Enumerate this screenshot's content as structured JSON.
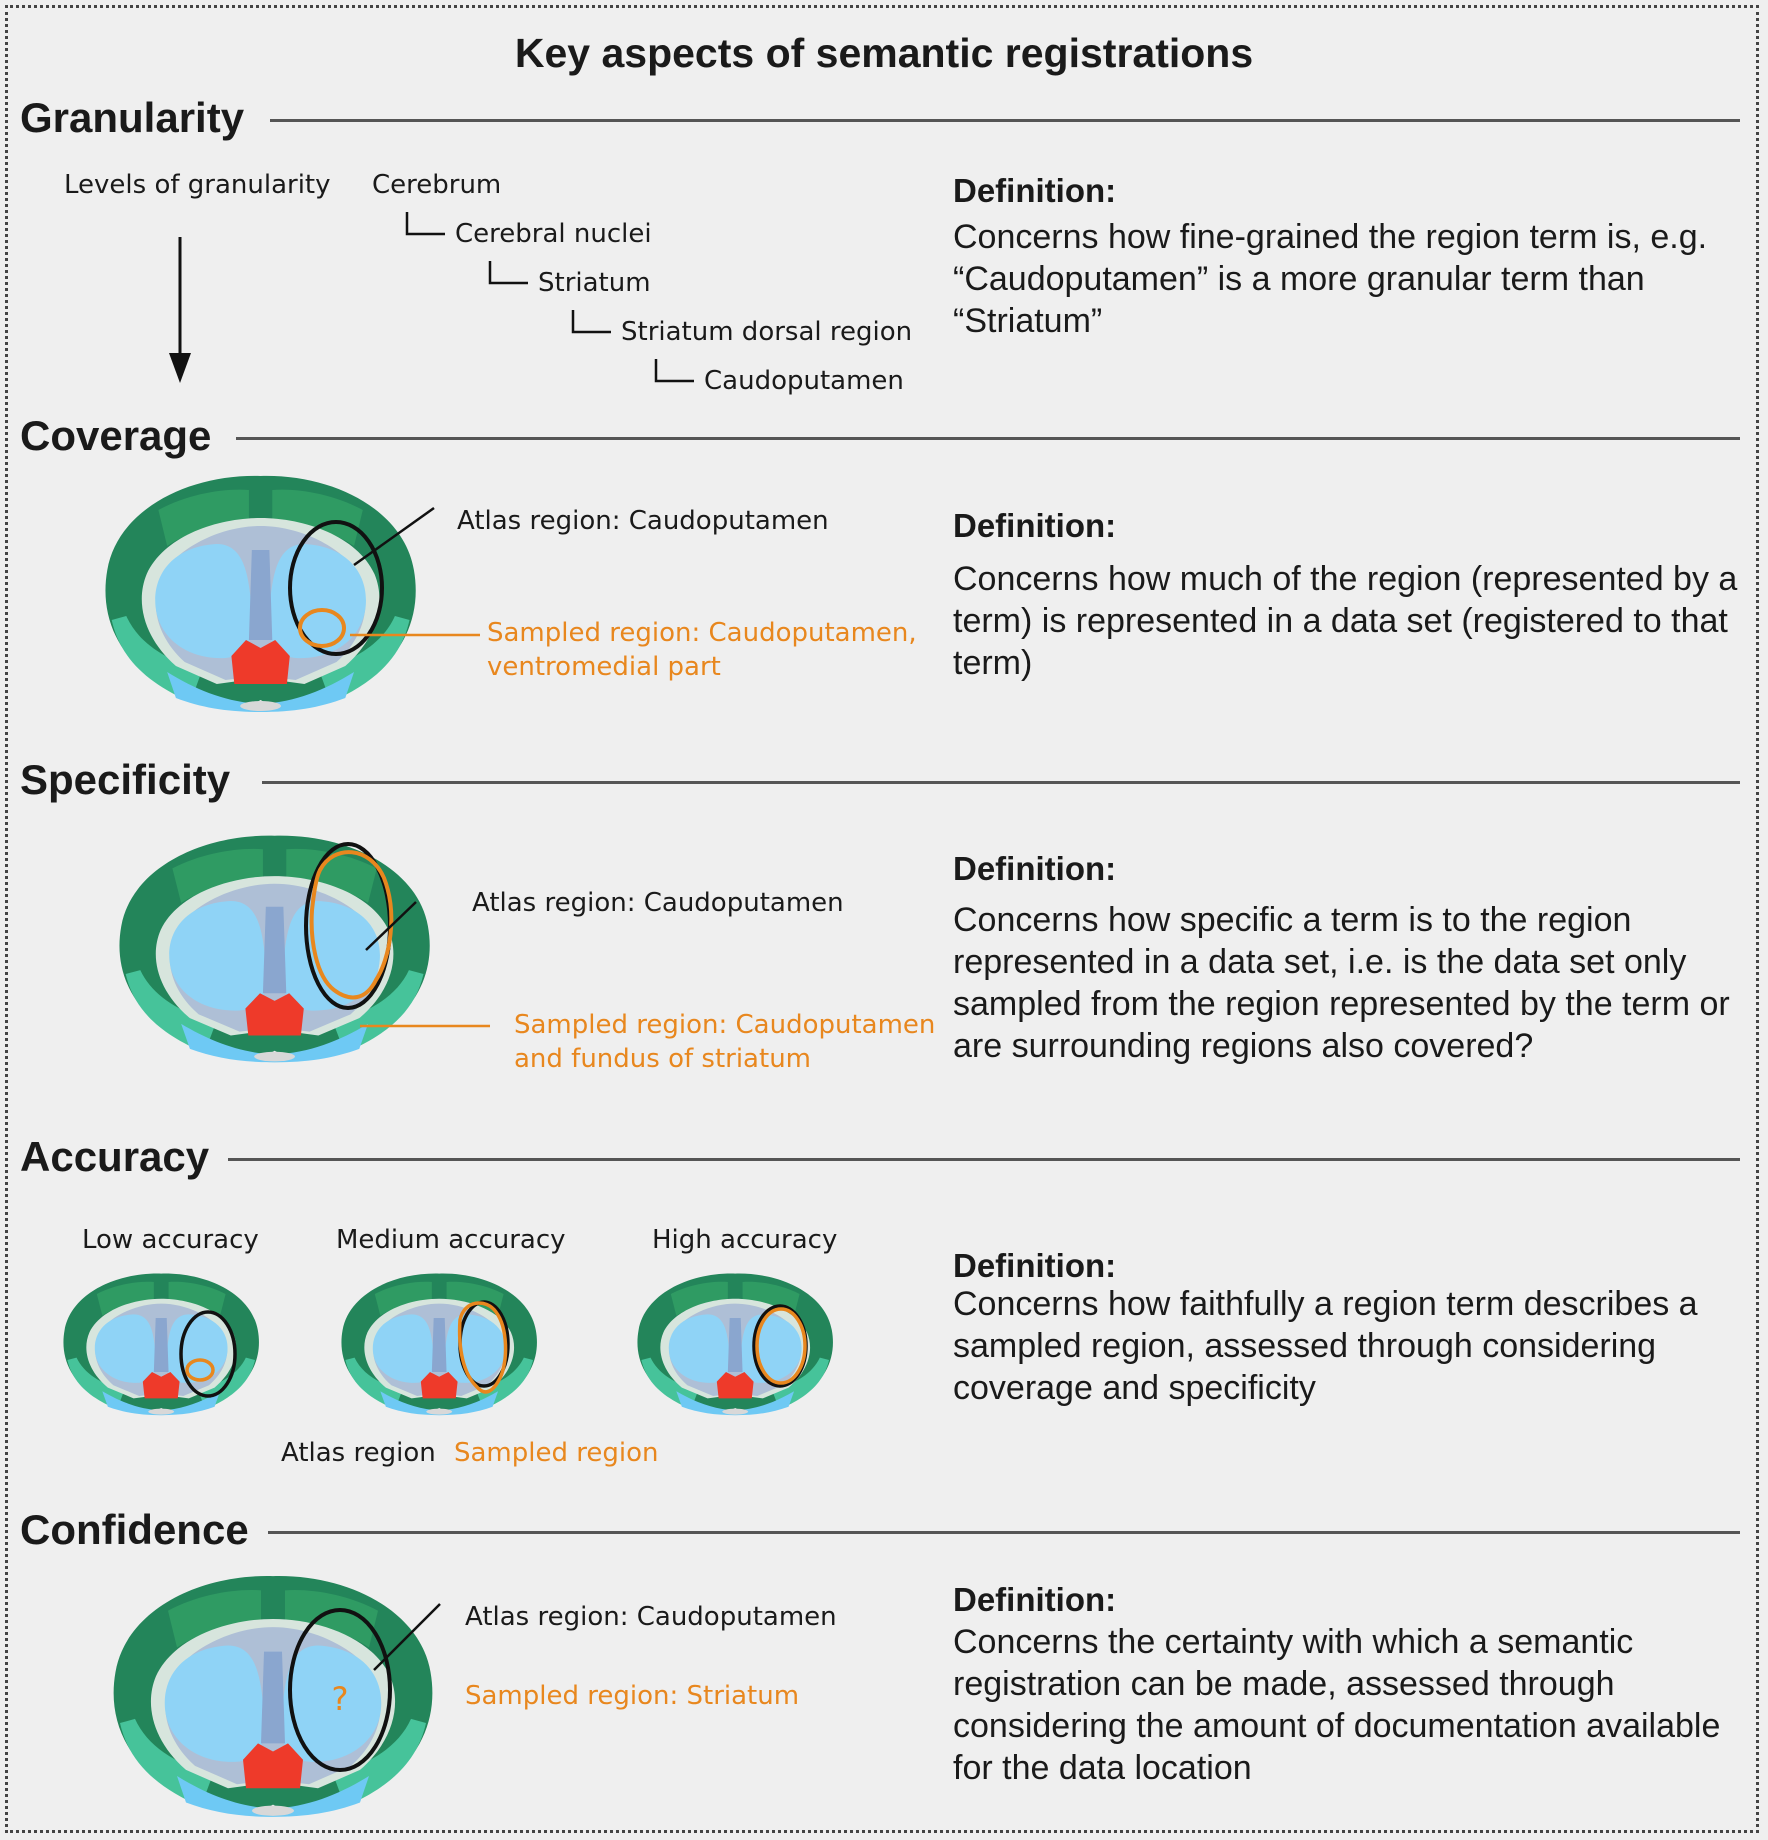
{
  "title": "Key aspects of semantic registrations",
  "sections": {
    "granularity": {
      "title": "Granularity",
      "levels_label": "Levels of granularity",
      "hierarchy": [
        "Cerebrum",
        "Cerebral nuclei",
        "Striatum",
        "Striatum dorsal region",
        "Caudoputamen"
      ],
      "definition_label": "Definition:",
      "definition": "Concerns how fine-grained the region term is, e.g. “Caudoputamen” is a more granular term than “Striatum”"
    },
    "coverage": {
      "title": "Coverage",
      "atlas_label": "Atlas region: Caudoputamen",
      "sampled_label_1": "Sampled region: Caudoputamen,",
      "sampled_label_2": "ventromedial part",
      "definition_label": "Definition:",
      "definition": "Concerns how much of the region (represented by a term) is represented in a data set (registered to that term)"
    },
    "specificity": {
      "title": "Specificity",
      "atlas_label": "Atlas region: Caudoputamen",
      "sampled_label_1": "Sampled region: Caudoputamen",
      "sampled_label_2": "and fundus of striatum",
      "definition_label": "Definition:",
      "definition": "Concerns how specific a term is to the region represented in a data set, i.e. is the data set only sampled from the region represented by the term or are surrounding regions also covered?"
    },
    "accuracy": {
      "title": "Accuracy",
      "low_label": "Low accuracy",
      "medium_label": "Medium accuracy",
      "high_label": "High accuracy",
      "legend_atlas": "Atlas region",
      "legend_sampled": "Sampled region",
      "definition_label": "Definition:",
      "definition": "Concerns how faithfully a region term describes a sampled region, assessed through considering coverage and specificity"
    },
    "confidence": {
      "title": "Confidence",
      "atlas_label": "Atlas region: Caudoputamen",
      "sampled_label": "Sampled region: Striatum",
      "question_mark": "?",
      "definition_label": "Definition:",
      "definition": "Concerns the certainty with which a semantic registration can be made, assessed through considering the amount of documentation available for the data location"
    }
  },
  "colors": {
    "atlas_outline": "#111111",
    "sampled_outline": "#e8871e",
    "cortex_dark": "#23855a",
    "cortex_mid": "#2fa36e",
    "striatum": "#8fd3f6",
    "hypothalamus": "#ee3a2a"
  }
}
